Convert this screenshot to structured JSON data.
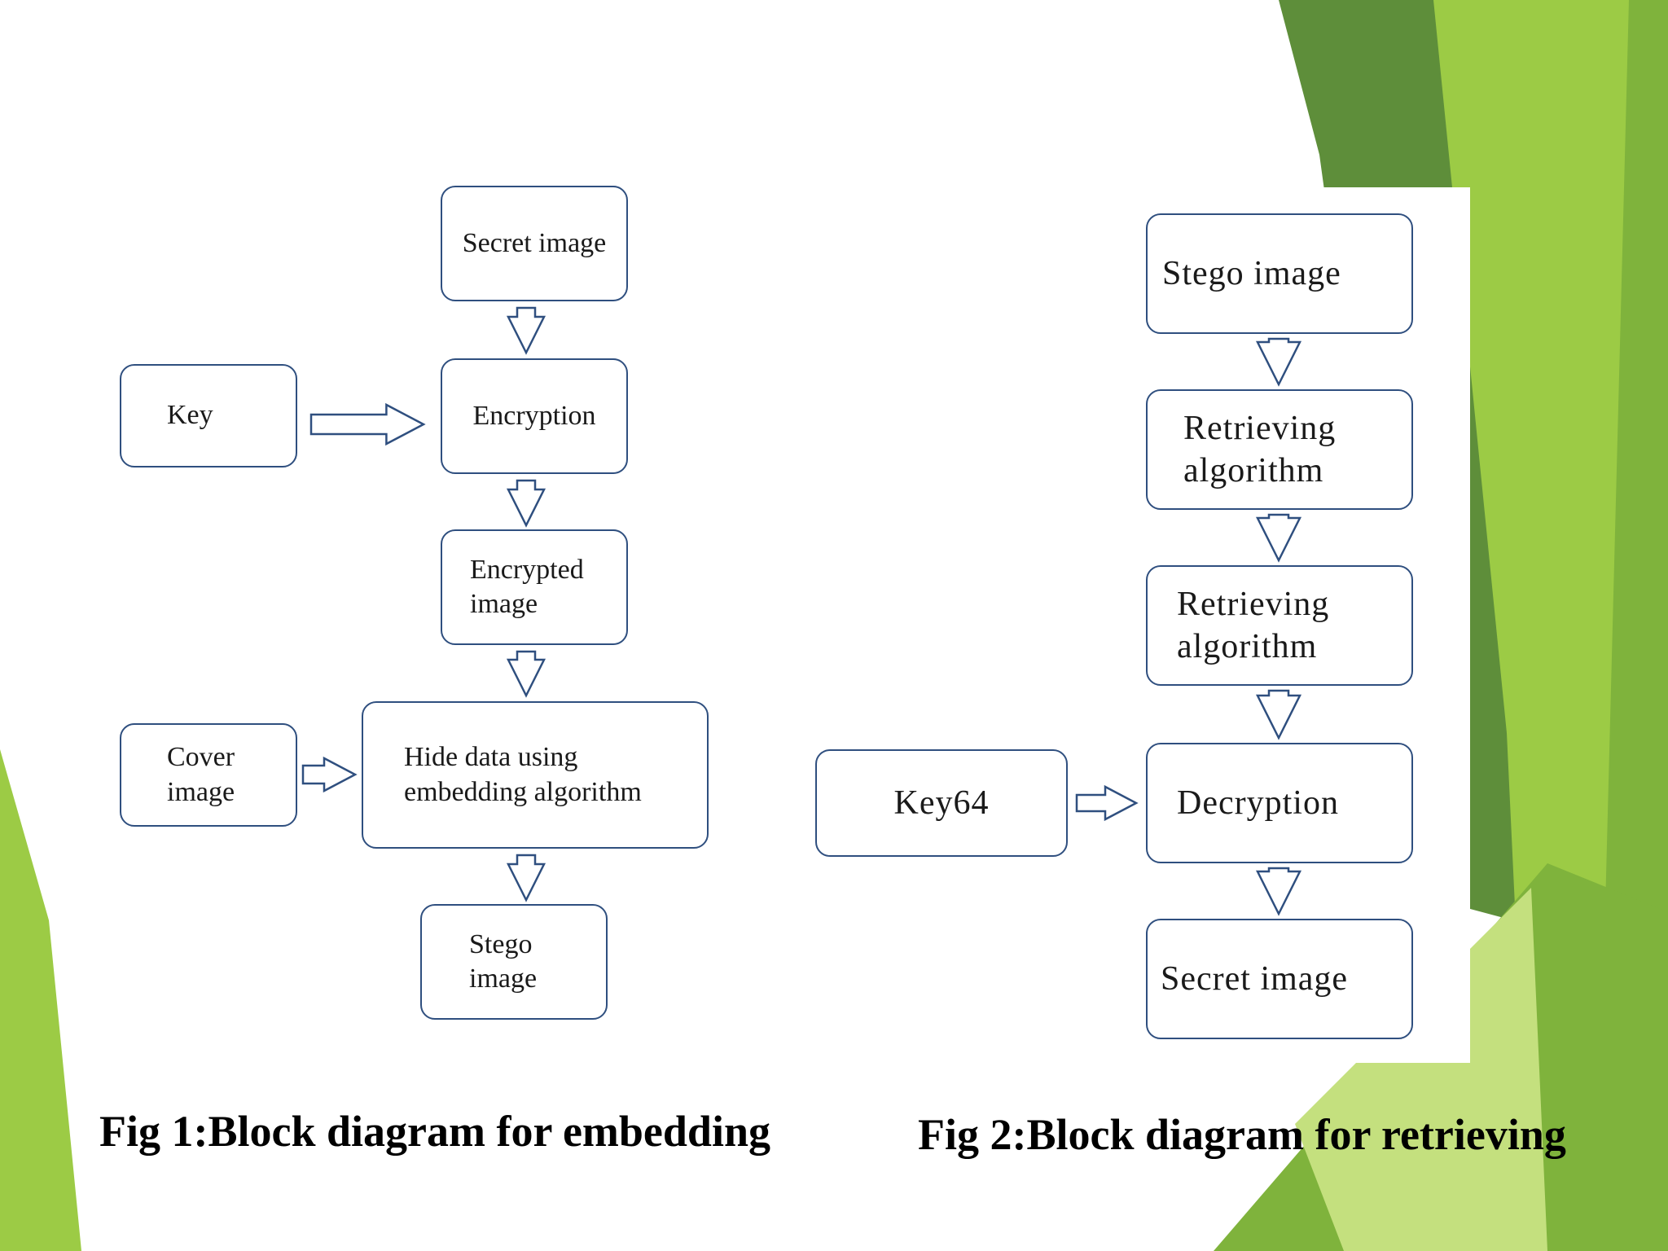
{
  "colors": {
    "green_dark": "#5e8e3a",
    "green_mid": "#7fb33c",
    "green_light": "#9ccb45",
    "green_pale": "#c4e07e",
    "box_border": "#2f4f7f",
    "arrow_stroke": "#2f4f7f"
  },
  "fig1": {
    "nodes": {
      "secret_image": "Secret image",
      "key": "Key",
      "encryption": "Encryption",
      "encrypted_image": "Encrypted\nimage",
      "cover_image": "Cover\nimage",
      "hide_data": "Hide data using\nembedding algorithm",
      "stego_image": "Stego\nimage"
    },
    "caption": "Fig 1:Block diagram for embedding"
  },
  "fig2": {
    "nodes": {
      "stego_image": "Stego image",
      "retrieving_1": "Retrieving\nalgorithm",
      "retrieving_2": "Retrieving\nalgorithm",
      "key64": "Key64",
      "decryption": "Decryption",
      "secret_image": "Secret image"
    },
    "caption": "Fig 2:Block diagram for retrieving"
  }
}
